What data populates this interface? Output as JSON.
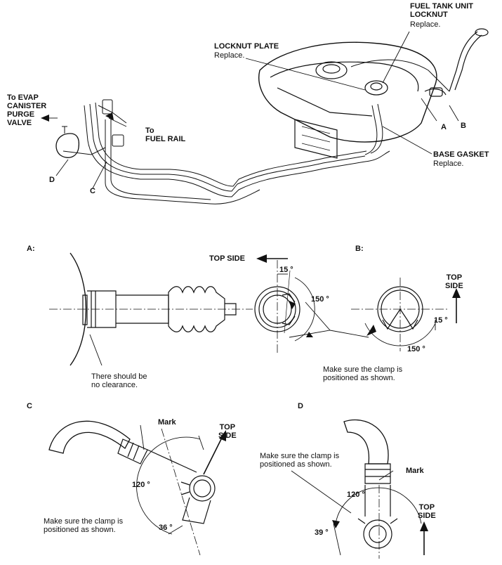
{
  "top": {
    "fuel_tank_unit_locknut": "FUEL TANK UNIT\nLOCKNUT",
    "fuel_tank_unit_locknut_note": "Replace.",
    "locknut_plate": "LOCKNUT PLATE",
    "locknut_plate_note": "Replace.",
    "to_evap": "To EVAP\nCANISTER\nPURGE\nVALVE",
    "to_fuel_rail": "To\nFUEL RAIL",
    "base_gasket": "BASE GASKET",
    "base_gasket_note": "Replace.",
    "callout_a": "A",
    "callout_b": "B",
    "callout_c": "C",
    "callout_d": "D"
  },
  "detail_a": {
    "title": "A:",
    "top_side": "TOP SIDE",
    "angle_small": "15 °",
    "angle_large": "150 °",
    "clearance_note": "There should be\nno clearance."
  },
  "detail_b": {
    "title": "B:",
    "top_side": "TOP\nSIDE",
    "angle_small": "15 °",
    "angle_large": "150 °"
  },
  "clamp_note_ab": "Make sure the clamp is\npositioned as shown.",
  "detail_c": {
    "title": "C",
    "mark": "Mark",
    "top_side": "TOP\nSIDE",
    "angle_large": "120 °",
    "angle_small": "36 °",
    "clamp_note": "Make sure the clamp is\npositioned as shown."
  },
  "detail_d": {
    "title": "D",
    "mark": "Mark",
    "clamp_note": "Make sure the clamp is\npositioned as shown.",
    "angle_large": "120 °",
    "angle_small": "39 °",
    "top_side": "TOP\nSIDE"
  }
}
